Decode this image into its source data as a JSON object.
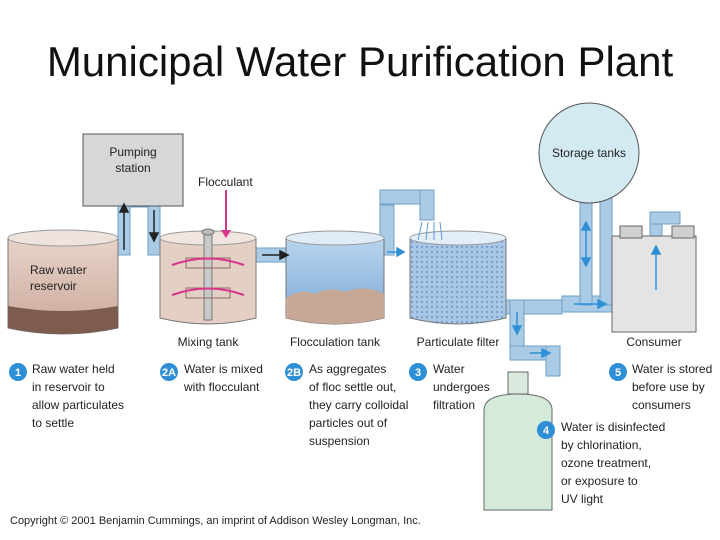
{
  "title": "Municipal Water Purification Plant",
  "labels": {
    "pumping": [
      "Pumping",
      "station"
    ],
    "flocculant": "Flocculant",
    "storage": "Storage tanks",
    "reservoir": [
      "Raw water",
      "reservoir"
    ],
    "mixing": "Mixing tank",
    "flocculation": "Flocculation tank",
    "particulate": "Particulate filter",
    "consumer": "Consumer"
  },
  "steps": [
    {
      "badge": "1",
      "lines": [
        "Raw water held",
        "in reservoir to",
        "allow particulates",
        "to settle"
      ]
    },
    {
      "badge": "2A",
      "lines": [
        "Water is mixed",
        "with flocculant"
      ]
    },
    {
      "badge": "2B",
      "lines": [
        "As aggregates",
        "of floc settle out,",
        "they carry colloidal",
        "particles out of",
        "suspension"
      ]
    },
    {
      "badge": "3",
      "lines": [
        "Water",
        "undergoes",
        "filtration"
      ]
    },
    {
      "badge": "4",
      "lines": [
        "Water is disinfected",
        "by chlorination,",
        "ozone treatment,",
        "or exposure to",
        "UV light"
      ]
    },
    {
      "badge": "5",
      "lines": [
        "Water is stored",
        "before use by",
        "consumers"
      ]
    }
  ],
  "copyright": "Copyright © 2001 Benjamin Cummings, an imprint of Addison Wesley Longman, Inc.",
  "colors": {
    "pipe": "#a9cbe6",
    "pipe_edge": "#6f9fc7",
    "badge": "#2f8fd6",
    "arrow": "#2f8fd6",
    "pump": "#d7d7d7",
    "storage": "#d3eaf2",
    "consumer": "#e4e4e4"
  }
}
